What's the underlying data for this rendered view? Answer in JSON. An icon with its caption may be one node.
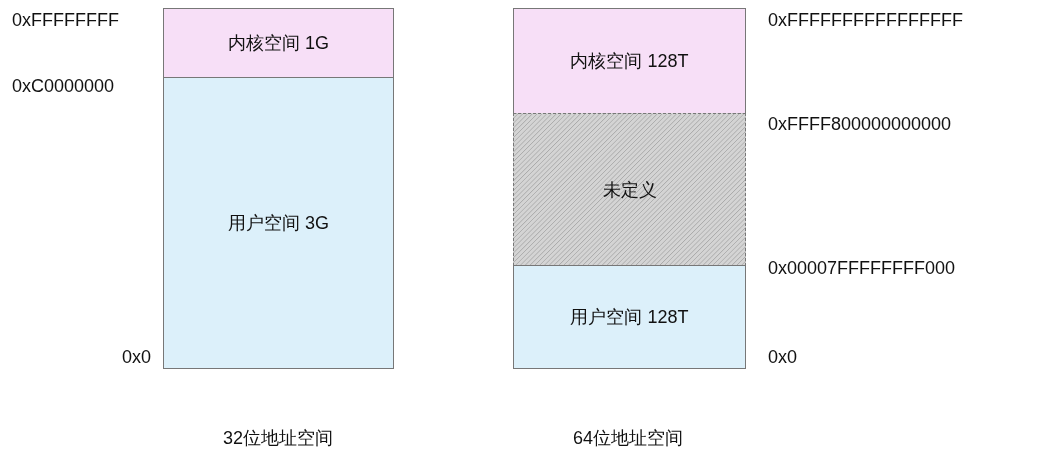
{
  "diagram": {
    "nodes": [
      {
        "text": [
          "内核空间 1G"
        ]
      },
      {
        "text": [
          "用户空间 3G"
        ]
      },
      {
        "text": [
          "内核空间 128T"
        ]
      },
      {
        "text": [
          "未定义"
        ]
      },
      {
        "text": [
          "用户空间 128T"
        ]
      }
    ],
    "labels": [
      "0xFFFFFFFF",
      "0xFFFFFFFFFFFFFFFF",
      "0xC0000000",
      "0xFFFF800000000000",
      "0x00007FFFFFFFF000",
      "0x0",
      "0x0",
      "32位地址空间",
      "64位地址空间"
    ]
  }
}
